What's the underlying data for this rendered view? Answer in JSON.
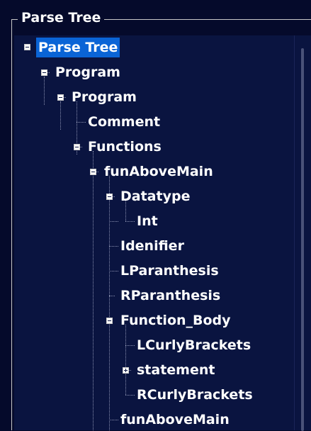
{
  "group": {
    "title": "Parse Tree"
  },
  "tree": {
    "nodes": [
      {
        "label": "Parse Tree",
        "expanded": true,
        "selected": true
      },
      {
        "label": "Program",
        "expanded": true
      },
      {
        "label": "Program",
        "expanded": true
      },
      {
        "label": "Comment"
      },
      {
        "label": "Functions",
        "expanded": true
      },
      {
        "label": "funAboveMain",
        "expanded": true
      },
      {
        "label": "Datatype",
        "expanded": true
      },
      {
        "label": "Int"
      },
      {
        "label": "Idenifier"
      },
      {
        "label": "LParanthesis"
      },
      {
        "label": "RParanthesis"
      },
      {
        "label": "Function_Body",
        "expanded": true
      },
      {
        "label": "LCurlyBrackets"
      },
      {
        "label": "statement",
        "expanded": false
      },
      {
        "label": "RCurlyBrackets"
      },
      {
        "label": "funAboveMain"
      }
    ]
  },
  "colors": {
    "background": "#050a2b",
    "tree_background": "#0a1440",
    "selection": "#0a64d6",
    "text": "#ffffff"
  }
}
